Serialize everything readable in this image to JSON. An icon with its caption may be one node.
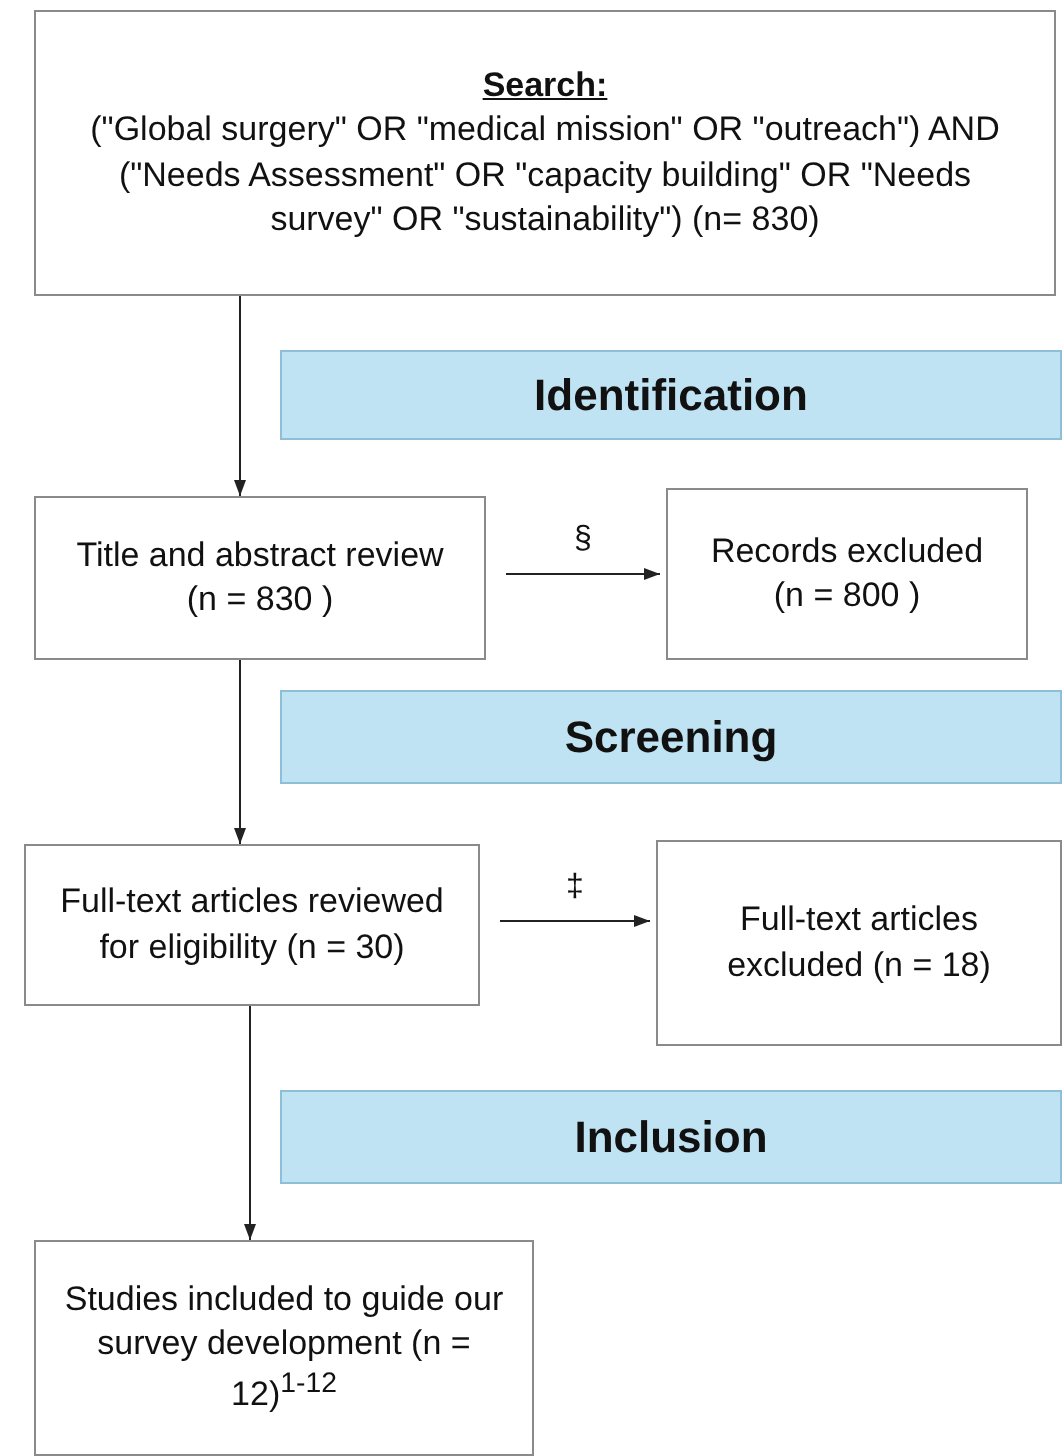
{
  "diagram": {
    "nodes": [
      {
        "text": [
          "Search:",
          "(\"Global surgery\" OR \"medical mission\" OR \"outreach\") AND (\"Needs Assessment\" OR \"capacity building\" OR \"Needs survey\" OR \"sustainability\") (n= 830)"
        ]
      },
      {
        "text": [
          "Identification"
        ]
      },
      {
        "text": [
          "Title and abstract review (n = 830 )"
        ]
      },
      {
        "text": [
          "Records excluded (n = 800 )"
        ]
      },
      {
        "text": [
          "Screening"
        ]
      },
      {
        "text": [
          "Full-text articles reviewed for eligibility (n = 30)"
        ]
      },
      {
        "text": [
          "Full-text articles excluded (n = 18)"
        ]
      },
      {
        "text": [
          "Inclusion"
        ]
      },
      {
        "text": [
          "Studies included to guide our survey development (n = 12)$^{1-12}$"
        ]
      }
    ],
    "edges": [
      {
        "from": 0,
        "to": 2,
        "arrow": "to"
      },
      {
        "from": 2,
        "to": 3,
        "arrow": "to",
        "label": "§"
      },
      {
        "from": 2,
        "to": 5,
        "arrow": "to"
      },
      {
        "from": 5,
        "to": 6,
        "arrow": "to",
        "label": "‡"
      },
      {
        "from": 5,
        "to": 8,
        "arrow": "to"
      }
    ]
  }
}
